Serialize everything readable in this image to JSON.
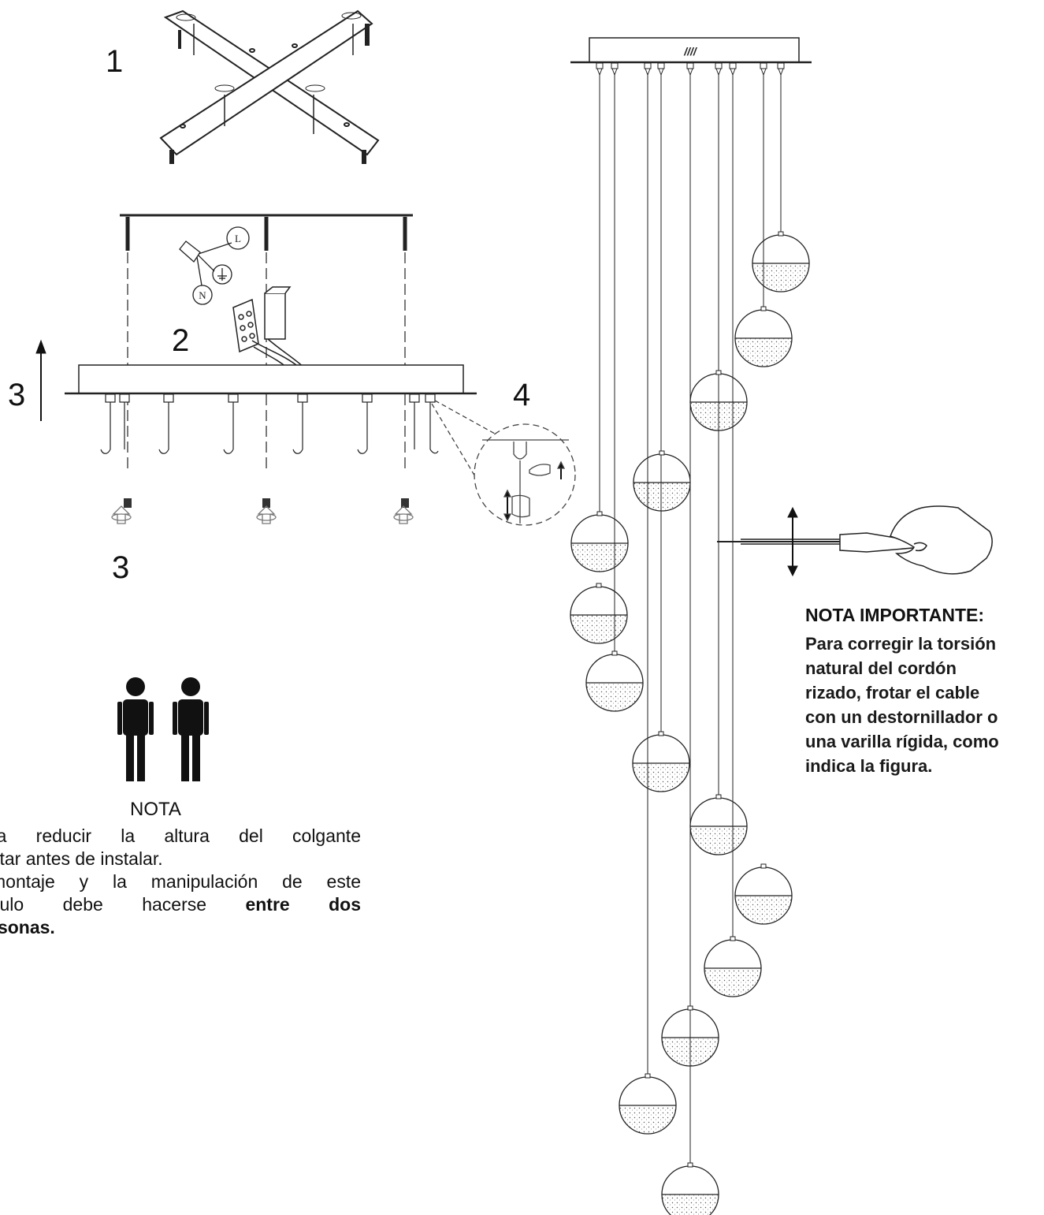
{
  "steps": {
    "step1": "1",
    "step2": "2",
    "step3_arrow": "3",
    "step3_bottom": "3",
    "step4": "4"
  },
  "wiring_labels": {
    "neutral": "N",
    "live": "L"
  },
  "canopy_mark": "////",
  "note": {
    "title": "NOTA",
    "lines": [
      "ra reducir la altura del colgante",
      "star antes de instalar.",
      "montaje y la manipulación de este",
      "culo debe hacerse "
    ],
    "bold_end": "entre dos",
    "bold_last": "rsonas."
  },
  "important": {
    "title": "NOTA IMPORTANTE:",
    "lines": [
      "Para corregir la torsión",
      "natural del cordón",
      "rizado, frotar el cable",
      "con un destornillador o",
      "una varilla rígida, como",
      "indica la figura."
    ]
  },
  "icons": [
    "bracket-cross-icon",
    "two-persons-icon",
    "screwdriver-hand-icon",
    "rotate-arrow-icon",
    "up-arrow-icon",
    "terminal-block-icon"
  ],
  "colors": {
    "line": "#222222",
    "text": "#111111"
  }
}
